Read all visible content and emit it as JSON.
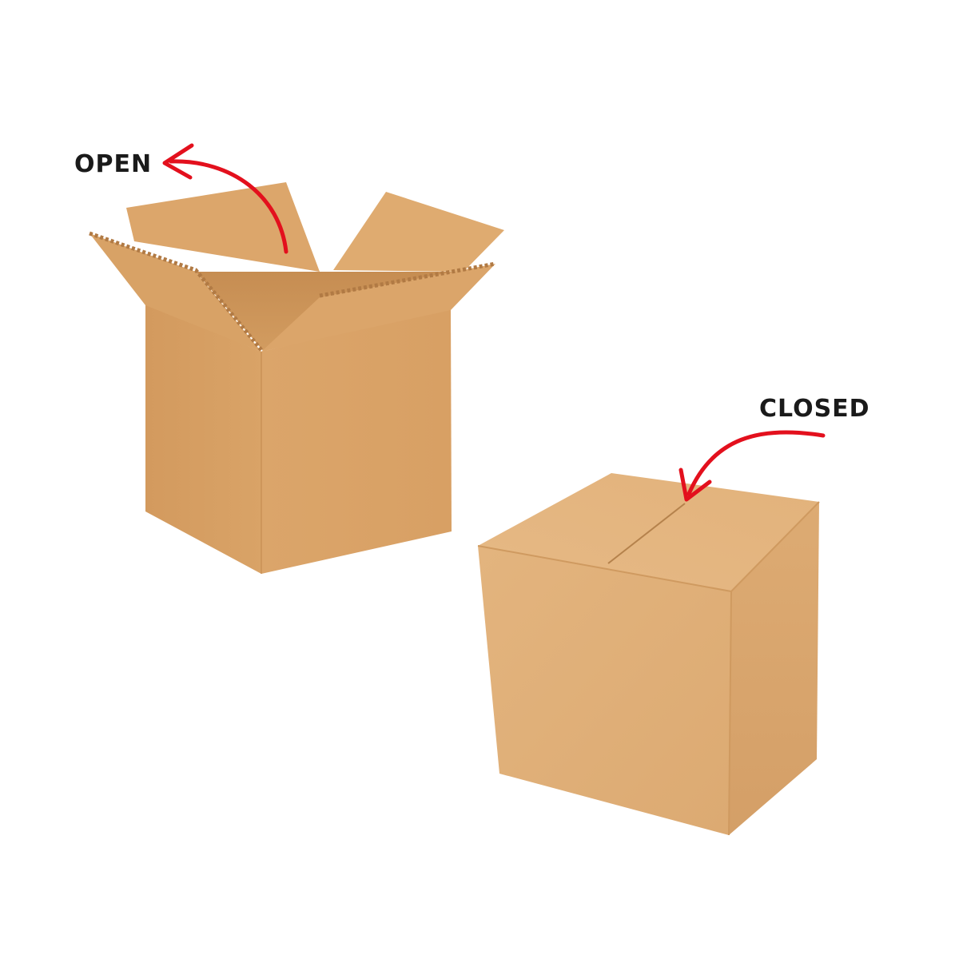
{
  "labels": {
    "open": "OPEN",
    "closed": "CLOSED"
  },
  "colors": {
    "background": "#ffffff",
    "label_text": "#1a1a1a",
    "arrow": "#e3101d",
    "box_front": "#d9a366",
    "box_side": "#dca670",
    "box_top": "#e5b67f",
    "box_inside": "#cc9559",
    "corrugation": "#b07b45"
  },
  "objects": [
    {
      "name": "open-box",
      "state": "open"
    },
    {
      "name": "closed-box",
      "state": "closed"
    }
  ]
}
